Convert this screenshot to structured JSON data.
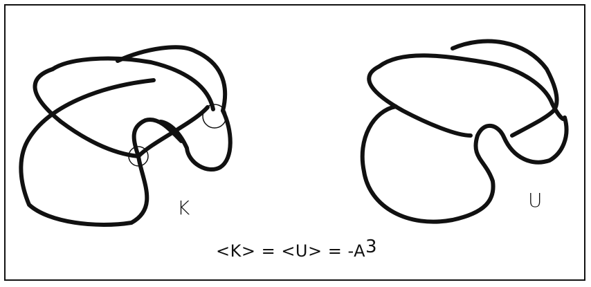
{
  "labels": {
    "knot_k": "K",
    "knot_u": "U"
  },
  "formula": {
    "lhs": "<K> = <U> = ",
    "minus_a": "-A",
    "exponent": "3"
  },
  "colors": {
    "stroke": "#111111",
    "background": "#ffffff"
  }
}
